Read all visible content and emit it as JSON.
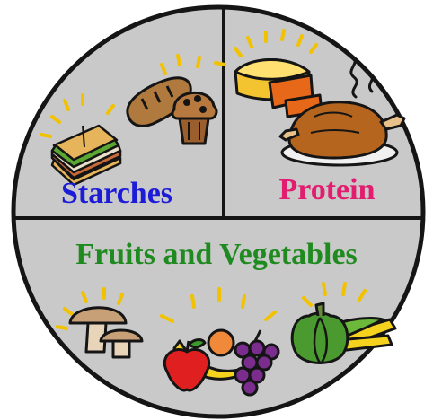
{
  "sections": {
    "starches": {
      "label": "Starches",
      "color": "#1b1bd8"
    },
    "protein": {
      "label": "Protein",
      "color": "#e21c6e"
    },
    "fruits_vegetables": {
      "label": "Fruits and Vegetables",
      "color": "#1f8a1f"
    }
  },
  "colors": {
    "plate_fill": "#c9c9c9",
    "outline": "#151515",
    "sparkle": "#f2c200"
  },
  "icons": [
    "sandwich-icon",
    "bread-icon",
    "muffin-icon",
    "cheese-icon",
    "steam-icon",
    "turkey-icon",
    "mushroom-icon",
    "fruit-basket-icon",
    "apple-icon",
    "banana-icon",
    "grapes-icon",
    "pumpkin-icon",
    "corn-icon"
  ]
}
